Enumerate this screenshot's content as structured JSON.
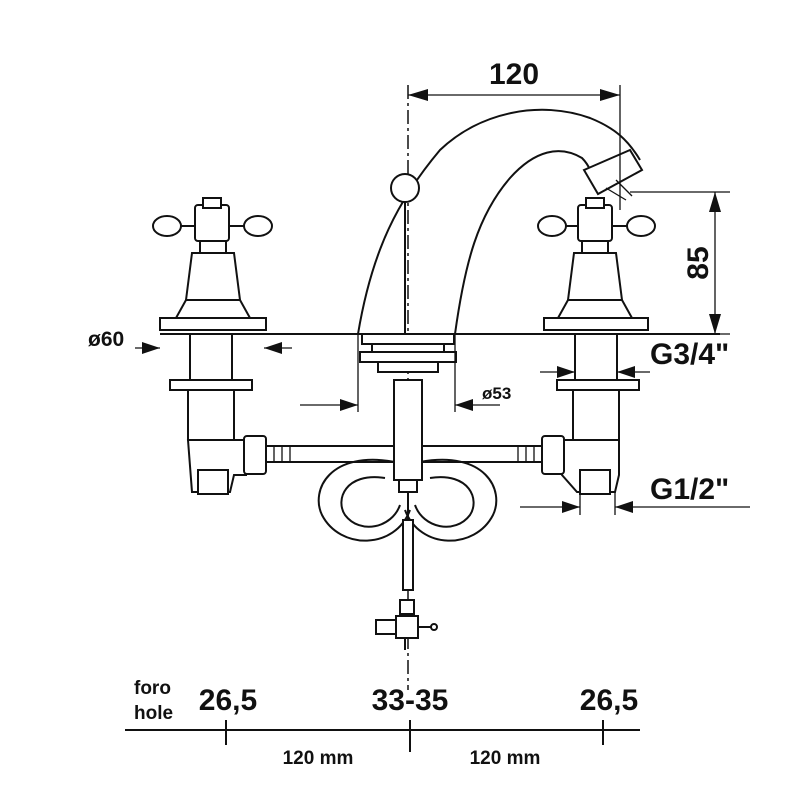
{
  "dimensions": {
    "spout_reach": "120",
    "spout_height": "85",
    "rosette_diameter": "ø60",
    "body_diameter": "ø53",
    "inlet_thread_upper": "G3/4\"",
    "inlet_thread_lower": "G1/2\""
  },
  "hole_table": {
    "label_line1": "foro",
    "label_line2": "hole",
    "left_hole": "26,5",
    "center_hole": "33-35",
    "right_hole": "26,5",
    "left_spacing": "120 mm",
    "right_spacing": "120 mm"
  }
}
